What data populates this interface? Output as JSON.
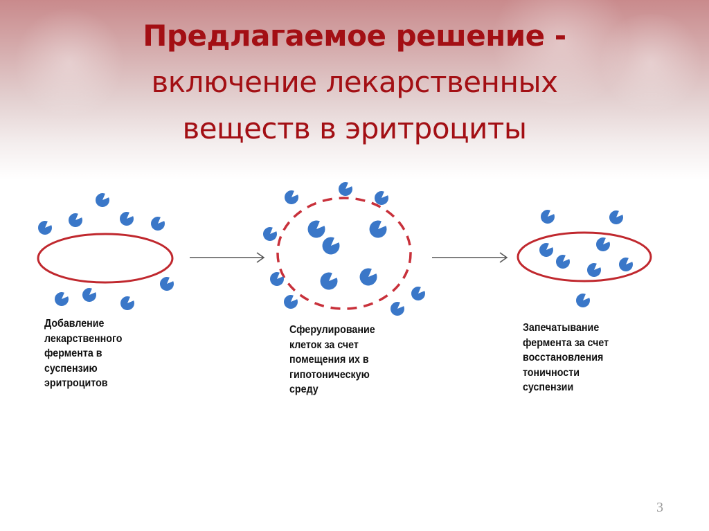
{
  "slide": {
    "title": {
      "line1": "Предлагаемое решение -",
      "line2": "включение лекарственных",
      "line3": "веществ в эритроциты"
    },
    "page_number": "3",
    "colors": {
      "title": "#a30f14",
      "cell_membrane": "#c0282e",
      "enzyme": "#3a77c8",
      "arrow": "#555555",
      "caption_text": "#111111"
    }
  },
  "diagram": {
    "steps": [
      {
        "id": "step-1",
        "cell_shape": "ellipse-solid",
        "caption_lines": [
          "Добавление",
          "лекарственного",
          "фермента в",
          "суспензию",
          "эритроцитов"
        ]
      },
      {
        "id": "step-2",
        "cell_shape": "circle-dashed",
        "caption_lines": [
          "Сферулирование",
          "клеток за счет",
          "помещения их в",
          "гипотоническую",
          "среду"
        ]
      },
      {
        "id": "step-3",
        "cell_shape": "ellipse-solid",
        "caption_lines": [
          "Запечатывание",
          "фермента за счет",
          "восстановления",
          "тоничности",
          "суспензии"
        ]
      }
    ],
    "arrows": [
      {
        "from": "step-1",
        "to": "step-2"
      },
      {
        "from": "step-2",
        "to": "step-3"
      }
    ],
    "enzyme_icon": "enzyme-pacman-icon"
  }
}
